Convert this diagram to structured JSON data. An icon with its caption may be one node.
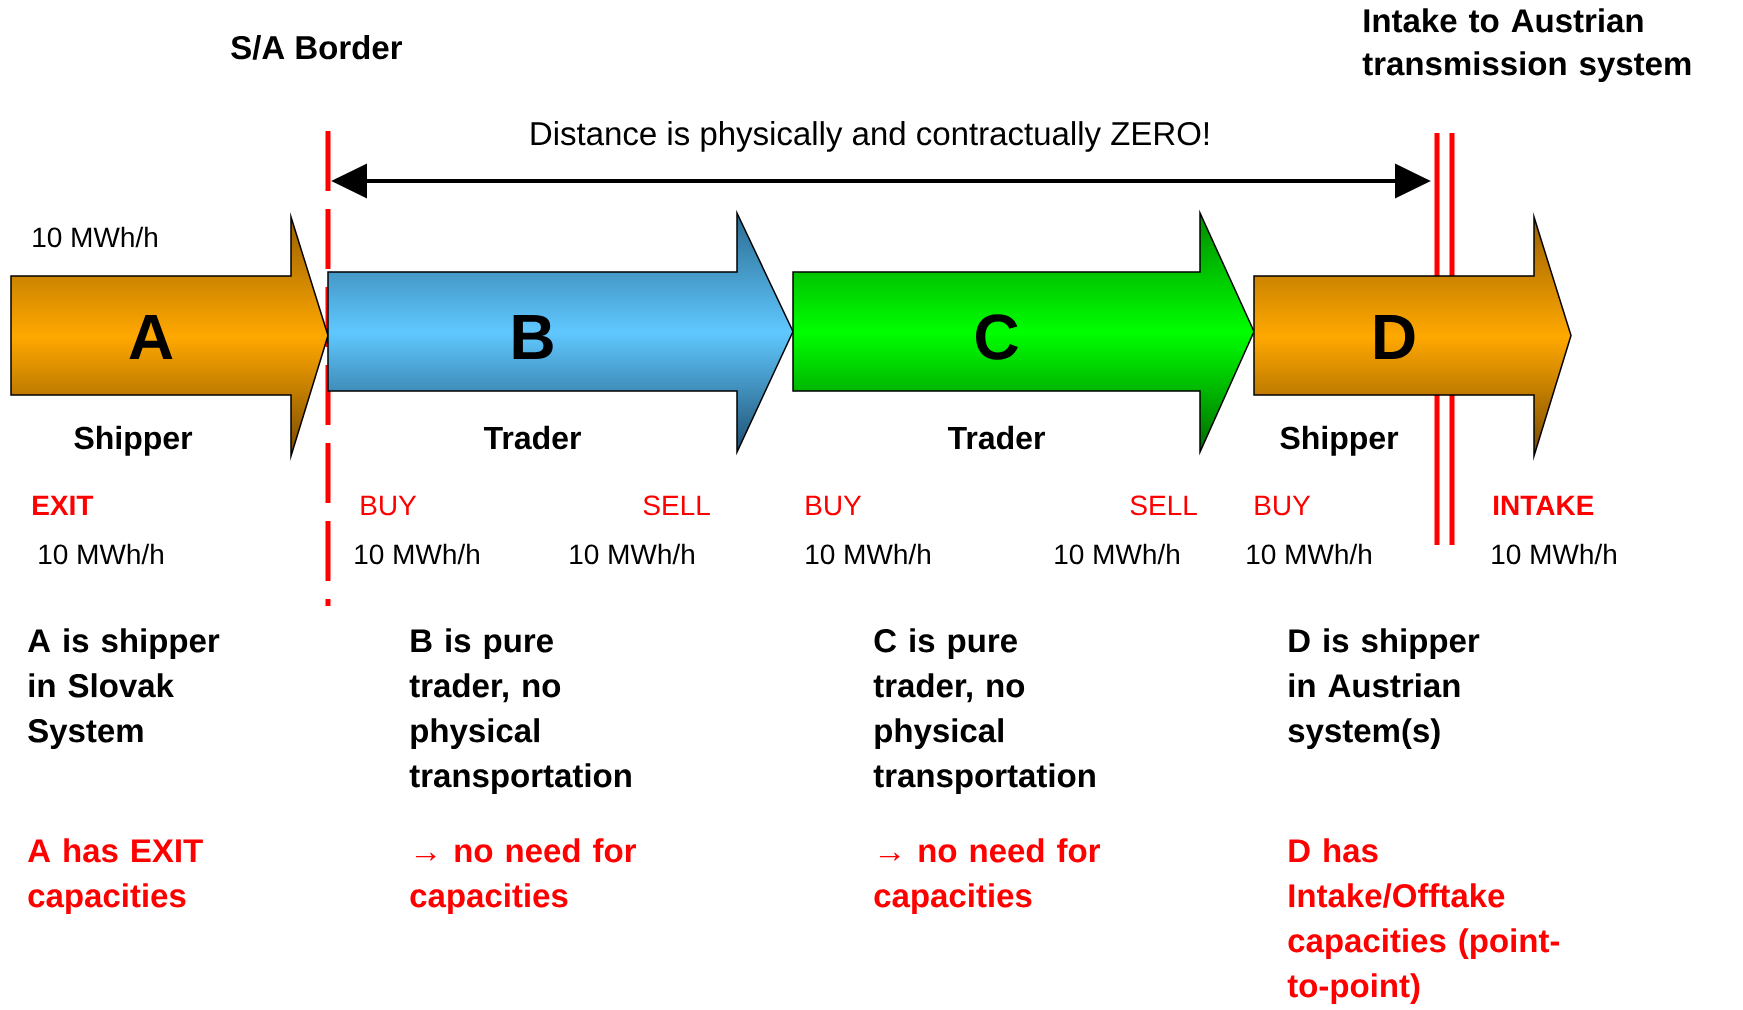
{
  "diagram": {
    "nodes": [
      {
        "text": [
          "A",
          "Shipper"
        ]
      },
      {
        "text": [
          "B",
          "Trader"
        ]
      },
      {
        "text": [
          "C",
          "Trader"
        ]
      },
      {
        "text": [
          "D",
          "Shipper"
        ]
      }
    ],
    "labels": [
      "Intake to Austrian transmission system",
      "S/A Border",
      "Distance is physically and contractually ZERO!",
      "10 MWh/h",
      "EXIT",
      "BUY",
      "SELL",
      "BUY",
      "SELL",
      "BUY",
      "INTAKE",
      "10 MWh/h",
      "10 MWh/h",
      "10 MWh/h",
      "10 MWh/h",
      "10 MWh/h",
      "10 MWh/h",
      "10 MWh/h",
      "A is shipper in Slovak System",
      "B is pure trader, no physical transportation",
      "C is pure trader, no physical transportation",
      "D is shipper in Austrian system(s)",
      "A has EXIT capacities",
      "→ no need for capacities",
      "→ no need for capacities",
      "D has Intake/Offtake capacities (point-to-point)"
    ]
  }
}
